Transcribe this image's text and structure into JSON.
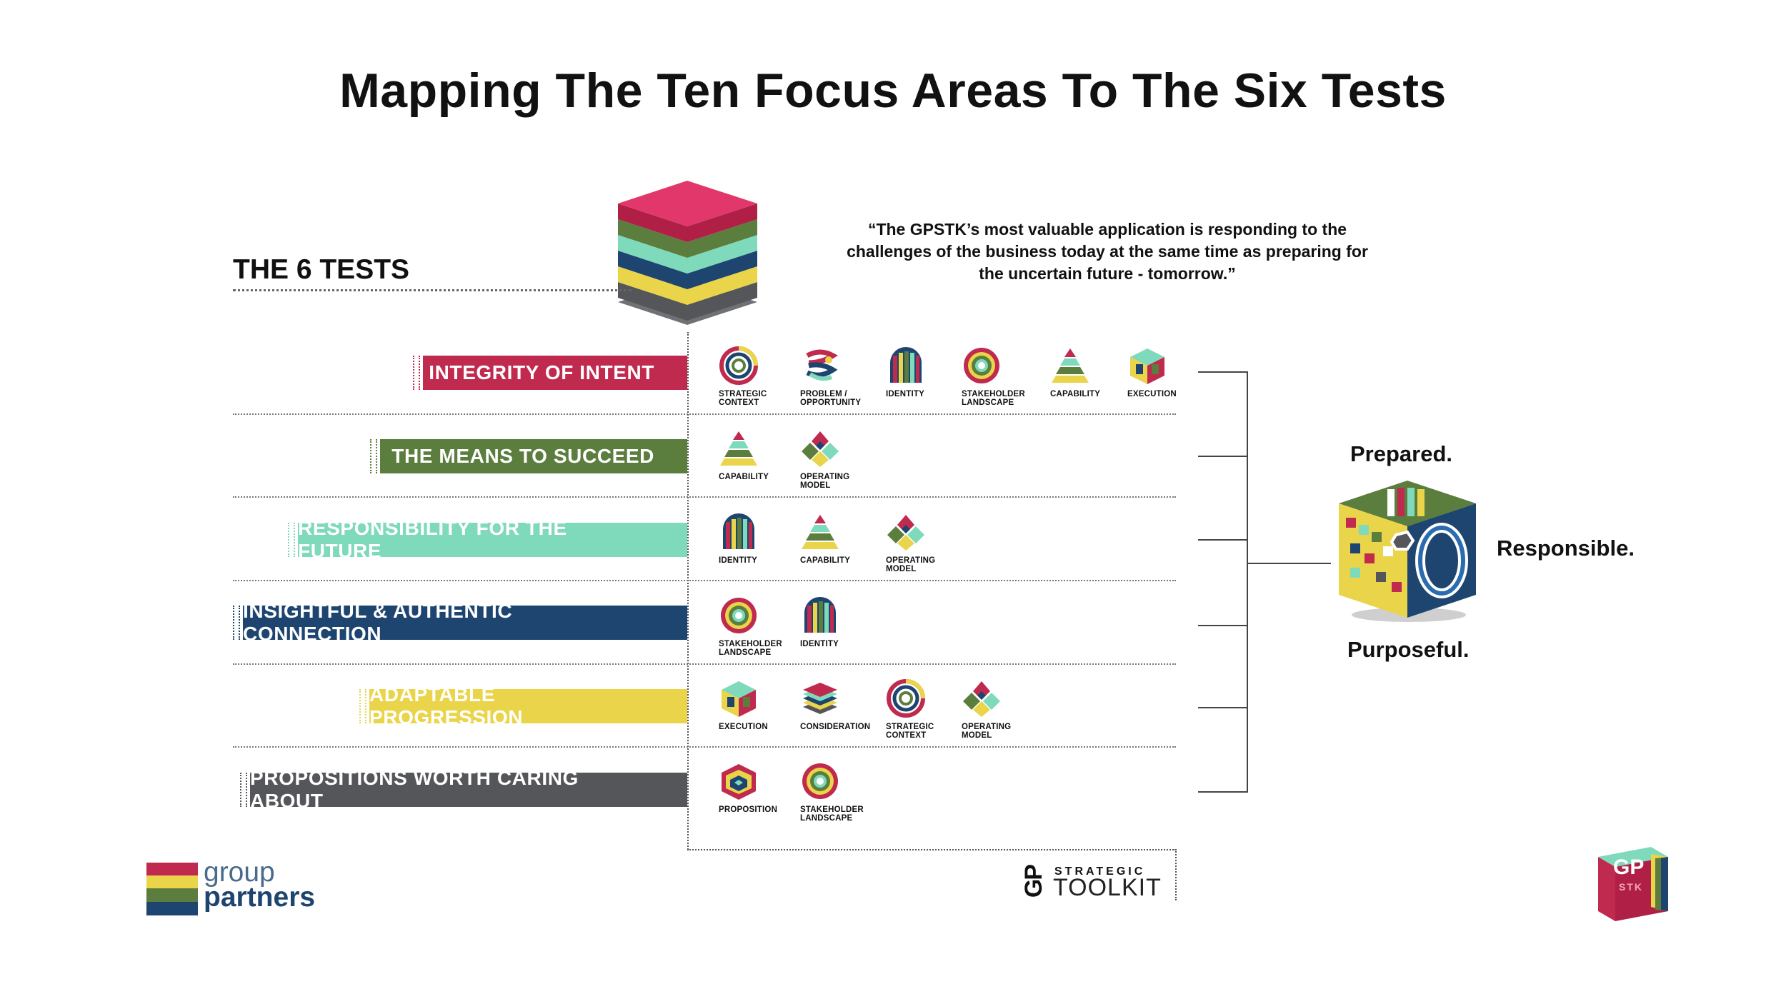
{
  "title": "Mapping The Ten Focus Areas To The Six Tests",
  "quote": "“The GPSTK’s most valuable application is responding to the challenges of the business today at the same time as preparing for the uncertain future - tomorrow.”",
  "tests_heading": "THE 6 TESTS",
  "tests": [
    {
      "label": "INTEGRITY OF INTENT",
      "color": "#c02a4e",
      "focus_areas": [
        {
          "label": "STRATEGIC\nCONTEXT",
          "icon": "strategic-context-icon"
        },
        {
          "label": "PROBLEM /\nOPPORTUNITY",
          "icon": "problem-opportunity-icon"
        },
        {
          "label": "IDENTITY",
          "icon": "identity-icon"
        },
        {
          "label": "STAKEHOLDER\nLANDSCAPE",
          "icon": "stakeholder-landscape-icon"
        },
        {
          "label": "CAPABILITY",
          "icon": "capability-icon"
        },
        {
          "label": "EXECUTION",
          "icon": "execution-icon"
        }
      ]
    },
    {
      "label": "THE MEANS TO SUCCEED",
      "color": "#5b7d3e",
      "focus_areas": [
        {
          "label": "CAPABILITY",
          "icon": "capability-icon"
        },
        {
          "label": "OPERATING\nMODEL",
          "icon": "operating-model-icon"
        }
      ]
    },
    {
      "label": "RESPONSIBILITY FOR THE FUTURE",
      "color": "#7fd9bb",
      "focus_areas": [
        {
          "label": "IDENTITY",
          "icon": "identity-icon"
        },
        {
          "label": "CAPABILITY",
          "icon": "capability-icon"
        },
        {
          "label": "OPERATING\nMODEL",
          "icon": "operating-model-icon"
        }
      ]
    },
    {
      "label": "INSIGHTFUL & AUTHENTIC CONNECTION",
      "color": "#1d4570",
      "focus_areas": [
        {
          "label": "STAKEHOLDER\nLANDSCAPE",
          "icon": "stakeholder-landscape-icon"
        },
        {
          "label": "IDENTITY",
          "icon": "identity-icon"
        }
      ]
    },
    {
      "label": "ADAPTABLE PROGRESSION",
      "color": "#ead44a",
      "focus_areas": [
        {
          "label": "EXECUTION",
          "icon": "execution-icon"
        },
        {
          "label": "CONSIDERATION",
          "icon": "consideration-icon"
        },
        {
          "label": "STRATEGIC\nCONTEXT",
          "icon": "strategic-context-icon"
        },
        {
          "label": "OPERATING\nMODEL",
          "icon": "operating-model-icon"
        }
      ]
    },
    {
      "label": "PROPOSITIONS WORTH CARING ABOUT",
      "color": "#55565a",
      "focus_areas": [
        {
          "label": "PROPOSITION",
          "icon": "proposition-icon"
        },
        {
          "label": "STAKEHOLDER\nLANDSCAPE",
          "icon": "stakeholder-landscape-icon"
        }
      ]
    }
  ],
  "outcomes": {
    "top": "Prepared.",
    "right": "Responsible.",
    "bottom": "Purposeful."
  },
  "brand": {
    "line1": "group",
    "line2": "partners",
    "flag_colors": [
      "#c02a4e",
      "#ead44a",
      "#5b7d3e",
      "#1d4570"
    ]
  },
  "toolkit": {
    "monogram": "GP",
    "line1": "STRATEGIC",
    "line2": "TOOLKIT"
  },
  "corner_logo": {
    "text": "GP",
    "subtext": "STK"
  }
}
